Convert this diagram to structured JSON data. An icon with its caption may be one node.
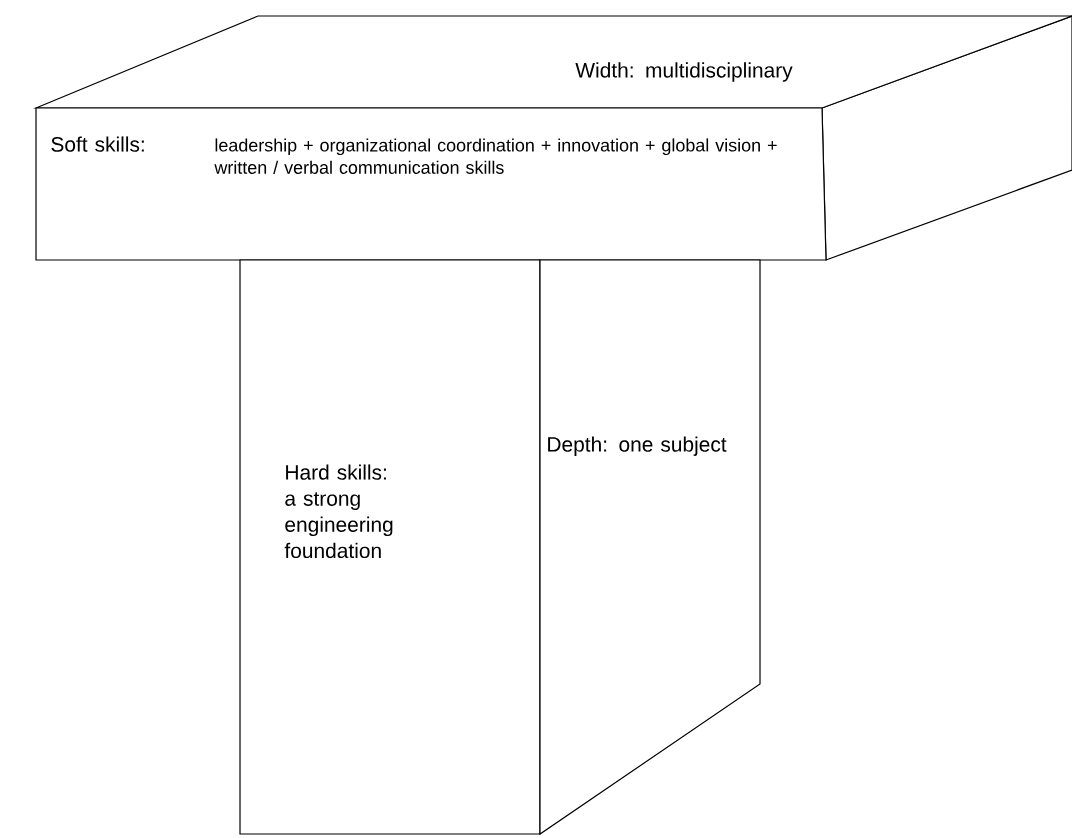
{
  "diagram": {
    "nodes": [
      {
        "text": [
          "Width: multidisciplinary"
        ]
      },
      {
        "text": [
          "Soft skills:",
          "leadership + organizational coordination + innovation + global vision + written / verbal communication skills"
        ]
      },
      {
        "text": [
          "Hard skills: a strong engineering foundation"
        ]
      },
      {
        "text": [
          "Depth: one subject"
        ]
      }
    ]
  }
}
